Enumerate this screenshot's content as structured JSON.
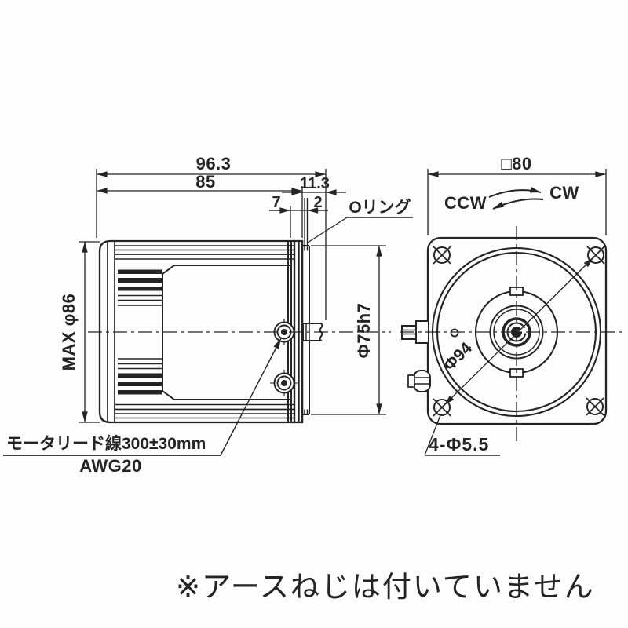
{
  "drawing": {
    "side_view": {
      "dim_total_length": "96.3",
      "dim_body_length": "85",
      "dim_boss_length": "11.3",
      "dim_flange_thickness": "7",
      "dim_oring_groove": "2",
      "oring_label": "Oリング",
      "max_diameter_label": "MAX φ86",
      "pilot_diameter_label": "Φ75h7",
      "lead_wire_label": "モータリード線300±30mm",
      "lead_wire_gauge": "AWG20"
    },
    "front_view": {
      "dim_square": "□80",
      "ccw_label": "CCW",
      "cw_label": "CW",
      "bolt_circle_diameter": "Φ94",
      "mounting_holes_label": "4-Φ5.5"
    },
    "footnote": "※アースねじは付いていません",
    "ink_color": "#242424",
    "background_color": "#fdfdfd"
  }
}
